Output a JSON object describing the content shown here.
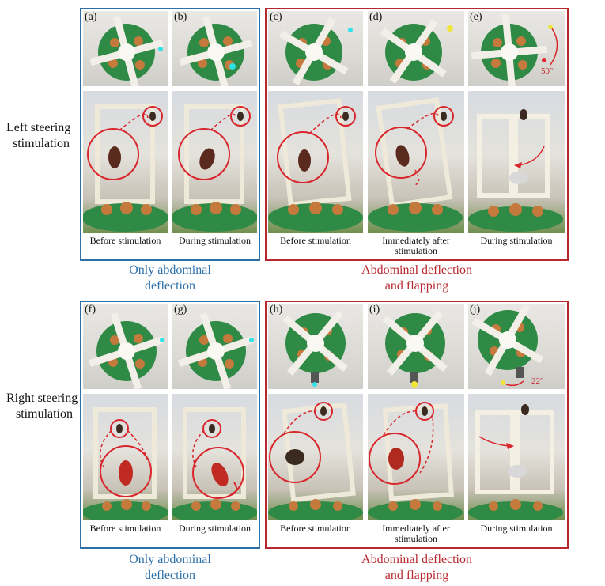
{
  "rows": [
    {
      "label_line1": "Left steering",
      "label_line2": "stimulation",
      "blue_group": {
        "line1": "Only abdominal",
        "line2": "deflection"
      },
      "red_group": {
        "line1": "Abdominal deflection",
        "line2": "and flapping"
      },
      "panels": [
        {
          "letter": "(a)",
          "caption": "Before stimulation"
        },
        {
          "letter": "(b)",
          "caption": "During stimulation"
        },
        {
          "letter": "(c)",
          "caption": "Before stimulation"
        },
        {
          "letter": "(d)",
          "caption": "Immediately after stimulation"
        },
        {
          "letter": "(e)",
          "caption": "During stimulation",
          "angle": "50°"
        }
      ]
    },
    {
      "label_line1": "Right steering",
      "label_line2": "stimulation",
      "blue_group": {
        "line1": "Only abdominal",
        "line2": "deflection"
      },
      "red_group": {
        "line1": "Abdominal deflection",
        "line2": "and flapping"
      },
      "panels": [
        {
          "letter": "(f)",
          "caption": "Before stimulation"
        },
        {
          "letter": "(g)",
          "caption": "During stimulation"
        },
        {
          "letter": "(h)",
          "caption": "Before stimulation"
        },
        {
          "letter": "(i)",
          "caption": "Immediately after stimulation"
        },
        {
          "letter": "(j)",
          "caption": "During stimulation",
          "angle": "22°"
        }
      ]
    }
  ],
  "colors": {
    "blue_frame": "#2d6fa8",
    "red_frame": "#b7282e",
    "pcb_green": "#2f8a45",
    "copper": "#c47a3c"
  }
}
